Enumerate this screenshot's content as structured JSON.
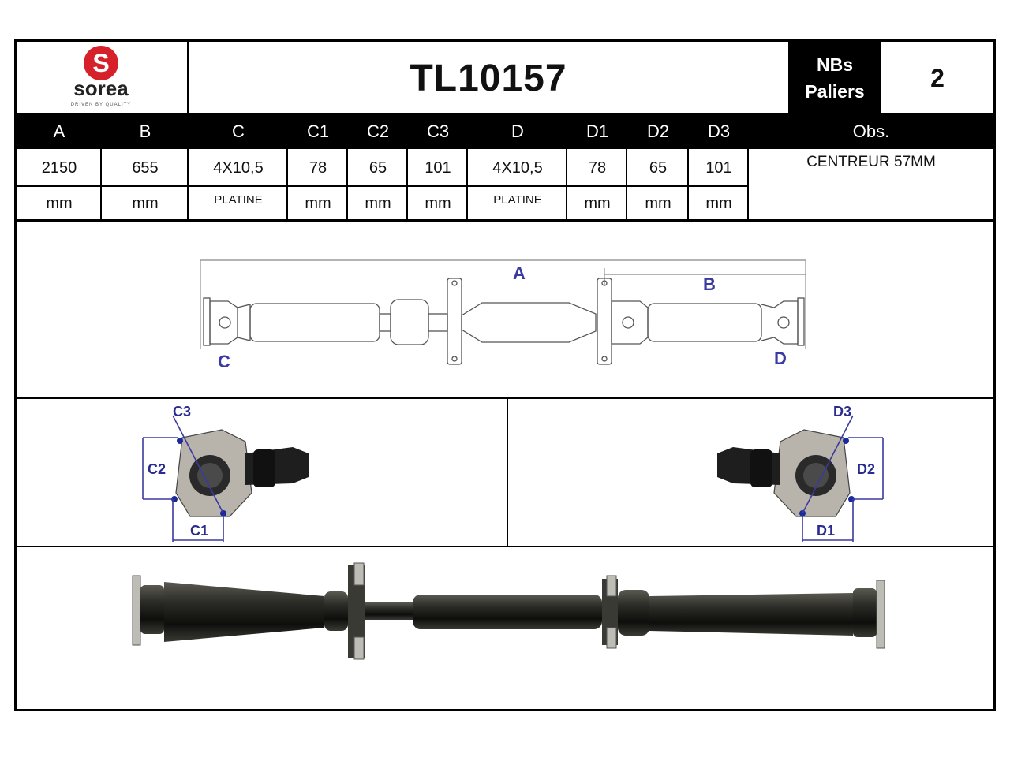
{
  "brand": {
    "name": "sorea",
    "tagline": "DRIVEN BY QUALITY",
    "logo_letter": "S",
    "logo_color": "#d6202a"
  },
  "part": {
    "reference": "TL10157",
    "bearings_label_line1": "NBs",
    "bearings_label_line2": "Paliers",
    "bearings_count": "2"
  },
  "table": {
    "headers": [
      "A",
      "B",
      "C",
      "C1",
      "C2",
      "C3",
      "D",
      "D1",
      "D2",
      "D3",
      "Obs."
    ],
    "values": [
      "2150",
      "655",
      "4X10,5",
      "78",
      "65",
      "101",
      "4X10,5",
      "78",
      "65",
      "101"
    ],
    "units": [
      "mm",
      "mm",
      "PLATINE",
      "mm",
      "mm",
      "mm",
      "PLATINE",
      "mm",
      "mm",
      "mm"
    ],
    "obs": "CENTREUR 57MM"
  },
  "diagram_labels": {
    "a": "A",
    "b": "B",
    "c": "C",
    "d": "D",
    "c1": "C1",
    "c2": "C2",
    "c3": "C3",
    "d1": "D1",
    "d2": "D2",
    "d3": "D3"
  },
  "colors": {
    "annotation": "#3a3aa0",
    "header_bg": "#000000"
  }
}
